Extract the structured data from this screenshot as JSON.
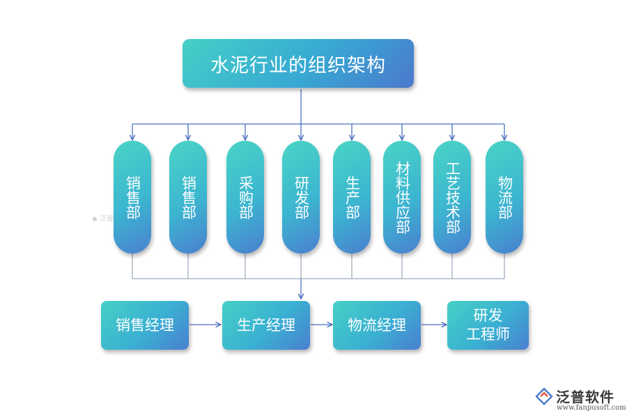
{
  "title": "水泥行业的组织架构",
  "departments": [
    {
      "label": "销售部"
    },
    {
      "label": "销售部"
    },
    {
      "label": "采购部"
    },
    {
      "label": "研发部"
    },
    {
      "label": "生产部"
    },
    {
      "label": "材料供应部"
    },
    {
      "label": "工艺技术部"
    },
    {
      "label": "物流部"
    }
  ],
  "roles": [
    {
      "lines": [
        "销售经理"
      ]
    },
    {
      "lines": [
        "生产经理"
      ]
    },
    {
      "lines": [
        "物流经理"
      ]
    },
    {
      "lines": [
        "研发",
        "工程师"
      ]
    }
  ],
  "colors": {
    "connector": "#4a6fc0",
    "gradient_start": "#45d0c6",
    "gradient_end": "#4a78cc"
  },
  "watermark": {
    "brand": "泛普软件",
    "url": "www.fanpusoft.com"
  }
}
